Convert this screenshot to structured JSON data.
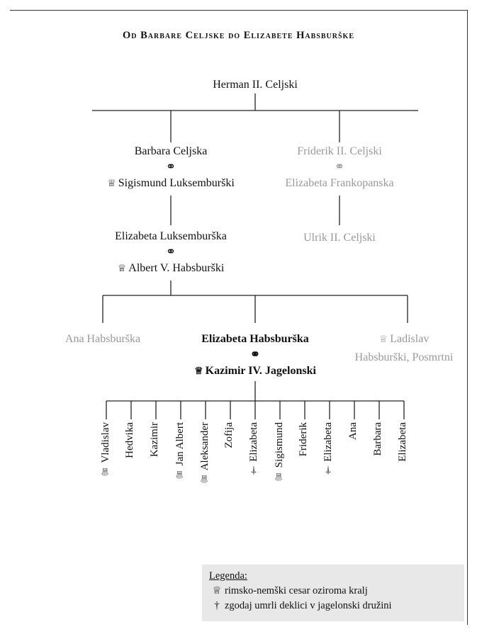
{
  "title": "Od Barbare Celjske do Elizabete Habsburške",
  "root": "Herman II. Celjski",
  "gen1_left": {
    "name": "Barbara Celjska",
    "marriage_symbol": "⚭",
    "spouse_crown": "♕",
    "spouse": "Sigismund Luksemburški"
  },
  "gen1_right": {
    "name": "Friderik II. Celjski",
    "marriage_symbol": "⚭",
    "spouse": "Elizabeta Frankopanska"
  },
  "gen2_left": {
    "name": "Elizabeta Luksemburška",
    "marriage_symbol": "⚭",
    "spouse_crown": "♕",
    "spouse": "Albert V. Habsburški"
  },
  "gen2_right": {
    "name": "Ulrik II. Celjski"
  },
  "gen3_left": {
    "name": "Ana Habsburška"
  },
  "gen3_center": {
    "name": "Elizabeta Habsburška",
    "marriage_symbol": "⚭",
    "spouse_crown": "♕",
    "spouse": "Kazimir IV. Jagelonski"
  },
  "gen3_right": {
    "crown": "♕",
    "line1": "Ladislav",
    "line2": "Habsburški, Posmrtni"
  },
  "children": [
    {
      "label": "♕ Vladislav"
    },
    {
      "label": "Hedvika"
    },
    {
      "label": "Kazimir"
    },
    {
      "label": "♕ Jan Albert"
    },
    {
      "label": "♕ Aleksander"
    },
    {
      "label": "Zofija"
    },
    {
      "label": "† Elizabeta"
    },
    {
      "label": "♕ Sigismund"
    },
    {
      "label": "Friderik"
    },
    {
      "label": "† Elizabeta"
    },
    {
      "label": "Ana"
    },
    {
      "label": "Barbara"
    },
    {
      "label": "Elizabeta"
    }
  ],
  "legend": {
    "title": "Legenda:",
    "items": [
      {
        "symbol": "♕",
        "text": "rimsko-nemški cesar oziroma kralj"
      },
      {
        "symbol": "†",
        "text": "zgodaj umrli deklici v jagelonski družini"
      }
    ]
  },
  "colors": {
    "line": "#222222",
    "muted_text": "#999999",
    "legend_bg": "#e8e8e8"
  }
}
